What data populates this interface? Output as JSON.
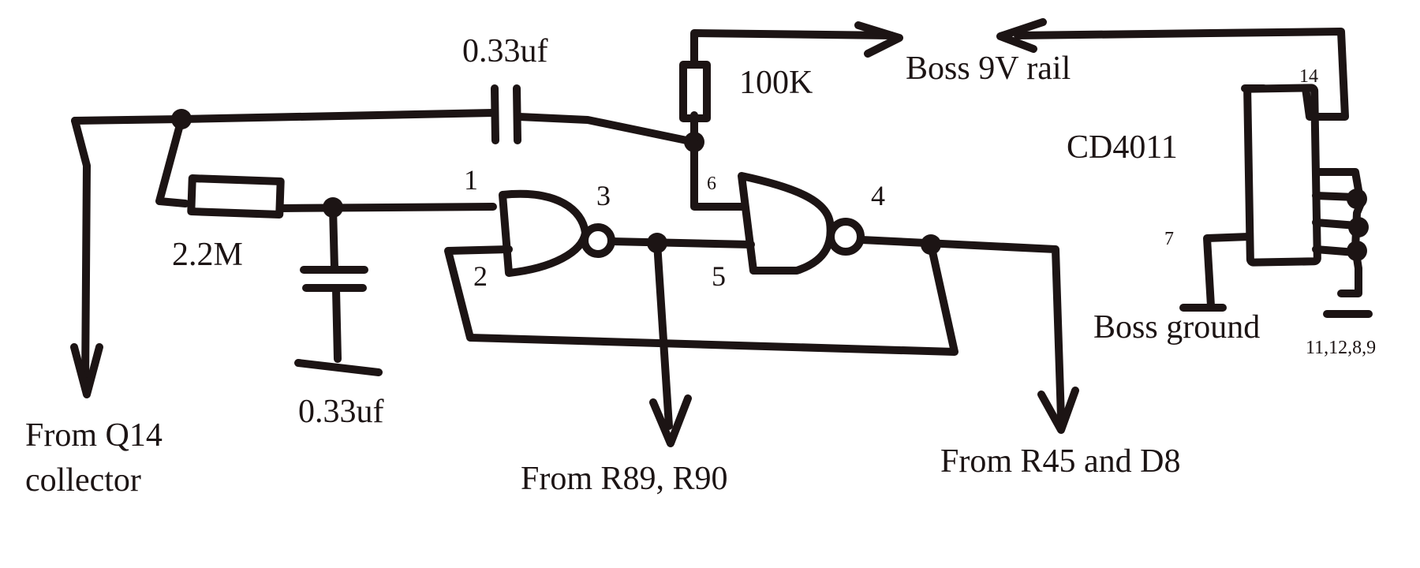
{
  "components": {
    "c_top": "0.33uf",
    "c_bottom": "0.33uf",
    "r_input": "2.2M",
    "r_pullup": "100K",
    "ic_name": "CD4011"
  },
  "pins": {
    "gate1_in1": "1",
    "gate1_in2": "2",
    "gate1_out": "3",
    "gate2_out": "4",
    "gate2_in2": "5",
    "gate2_in1": "6",
    "ic_vdd": "14",
    "ic_vss": "7",
    "ic_unused": "11,12,8,9"
  },
  "connections": {
    "supply": "Boss 9V rail",
    "ground": "Boss ground",
    "q14_line1": "From Q14",
    "q14_line2": "collector",
    "r89_r90": "From R89, R90",
    "r45_d8": "From R45 and D8"
  }
}
